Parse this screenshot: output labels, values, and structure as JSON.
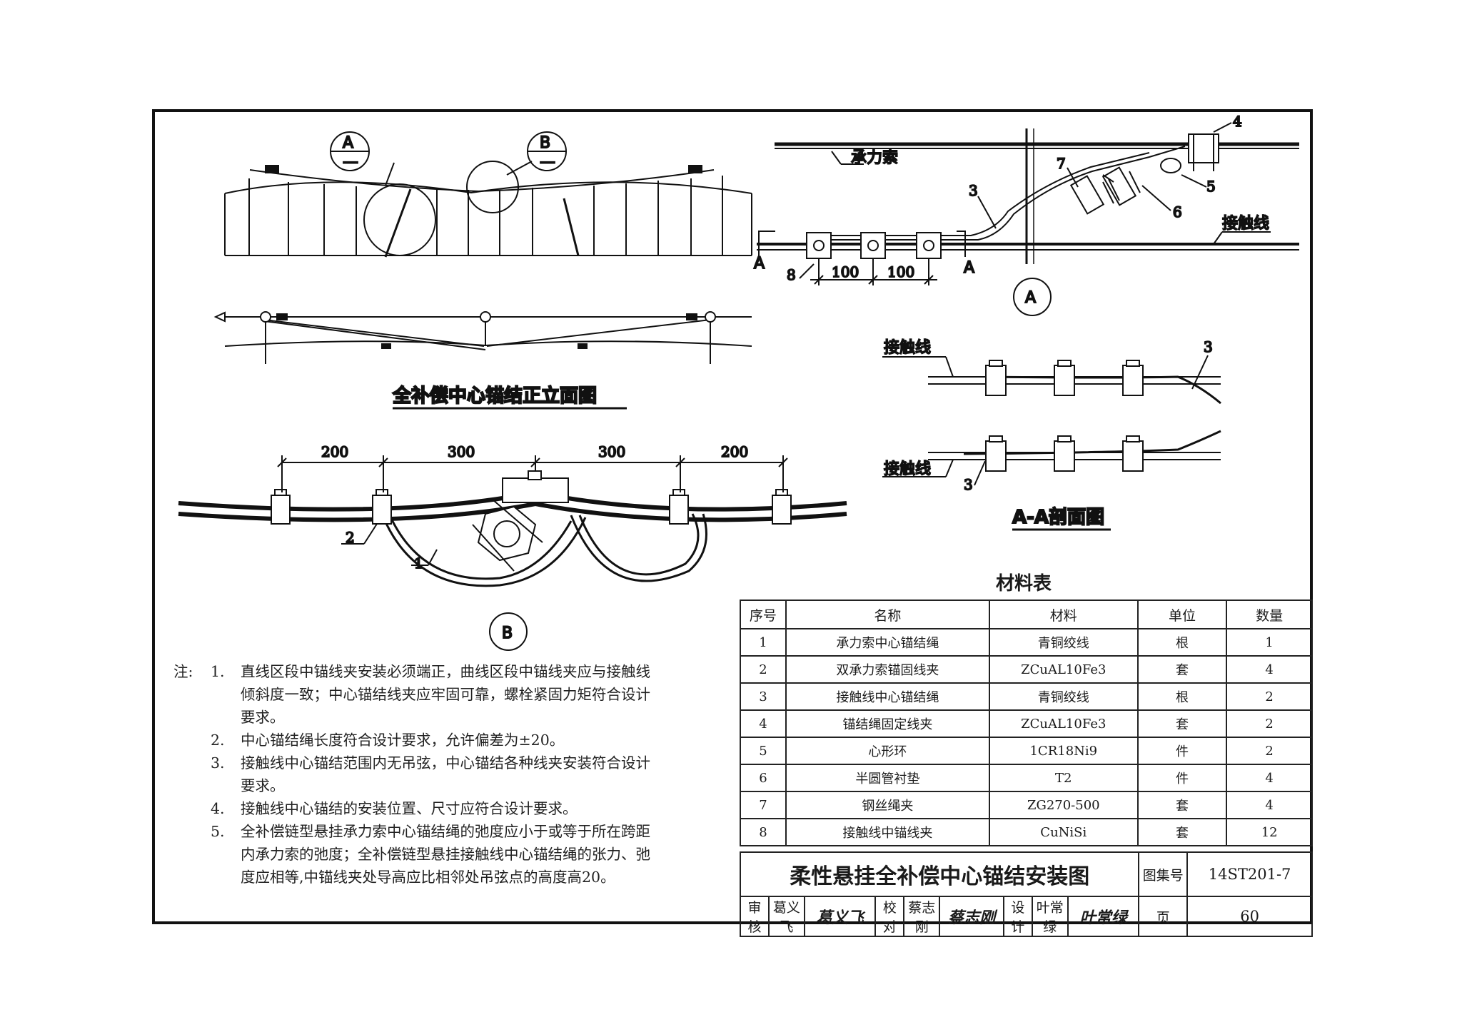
{
  "main_view": {
    "title": "全补偿中心锚结正立面图",
    "callout_a": {
      "letter": "A",
      "sub": "—"
    },
    "callout_b": {
      "letter": "B",
      "sub": "—"
    }
  },
  "detail_a": {
    "label": "A",
    "messenger_label": "承力索",
    "contact_label": "接触线",
    "part_numbers": [
      "4",
      "7",
      "3",
      "5",
      "6",
      "8"
    ],
    "section_mark": "A",
    "dims": [
      "100",
      "100"
    ]
  },
  "section_aa": {
    "title": "A-A剖面图",
    "contact_label_1": "接触线",
    "contact_label_2": "接触线",
    "part_3a": "3",
    "part_3b": "3"
  },
  "detail_b": {
    "label": "B",
    "dims": [
      "200",
      "300",
      "300",
      "200"
    ],
    "part_2": "2",
    "part_1": "1"
  },
  "notes": {
    "lead": "注:",
    "items": [
      {
        "no": "1.",
        "lines": [
          "直线区段中锚线夹安装必须端正，曲线区段中锚线夹应与接触线",
          "倾斜度一致；中心锚结线夹应牢固可靠，螺栓紧固力矩符合设计",
          "要求。"
        ]
      },
      {
        "no": "2.",
        "lines": [
          "中心锚结绳长度符合设计要求，允许偏差为±20。"
        ]
      },
      {
        "no": "3.",
        "lines": [
          "接触线中心锚结范围内无吊弦，中心锚结各种线夹安装符合设计",
          "要求。"
        ]
      },
      {
        "no": "4.",
        "lines": [
          "接触线中心锚结的安装位置、尺寸应符合设计要求。"
        ]
      },
      {
        "no": "5.",
        "lines": [
          "全补偿链型悬挂承力索中心锚结绳的弛度应小于或等于所在跨距",
          "内承力索的弛度；全补偿链型悬挂接触线中心锚结绳的张力、弛",
          "度应相等,中锚线夹处导高应比相邻处吊弦点的高度高20。"
        ]
      }
    ]
  },
  "materials": {
    "title": "材料表",
    "headers": [
      "序号",
      "名称",
      "材料",
      "单位",
      "数量"
    ],
    "rows": [
      [
        "1",
        "承力索中心锚结绳",
        "青铜绞线",
        "根",
        "1"
      ],
      [
        "2",
        "双承力索锚固线夹",
        "ZCuAL10Fe3",
        "套",
        "4"
      ],
      [
        "3",
        "接触线中心锚结绳",
        "青铜绞线",
        "根",
        "2"
      ],
      [
        "4",
        "锚结绳固定线夹",
        "ZCuAL10Fe3",
        "套",
        "2"
      ],
      [
        "5",
        "心形环",
        "1CR18Ni9",
        "件",
        "2"
      ],
      [
        "6",
        "半圆管衬垫",
        "T2",
        "件",
        "4"
      ],
      [
        "7",
        "钢丝绳夹",
        "ZG270-500",
        "套",
        "4"
      ],
      [
        "8",
        "接触线中锚线夹",
        "CuNiSi",
        "套",
        "12"
      ]
    ]
  },
  "title_block": {
    "drawing_title": "柔性悬挂全补偿中心锚结安装图",
    "atlas_label": "图集号",
    "atlas_no": "14ST201-7",
    "review_label": "审核",
    "reviewer": "葛义飞",
    "check_label": "校对",
    "checker": "蔡志刚",
    "design_label": "设计",
    "designer": "叶常绿",
    "page_label": "页",
    "page_no": "60"
  }
}
